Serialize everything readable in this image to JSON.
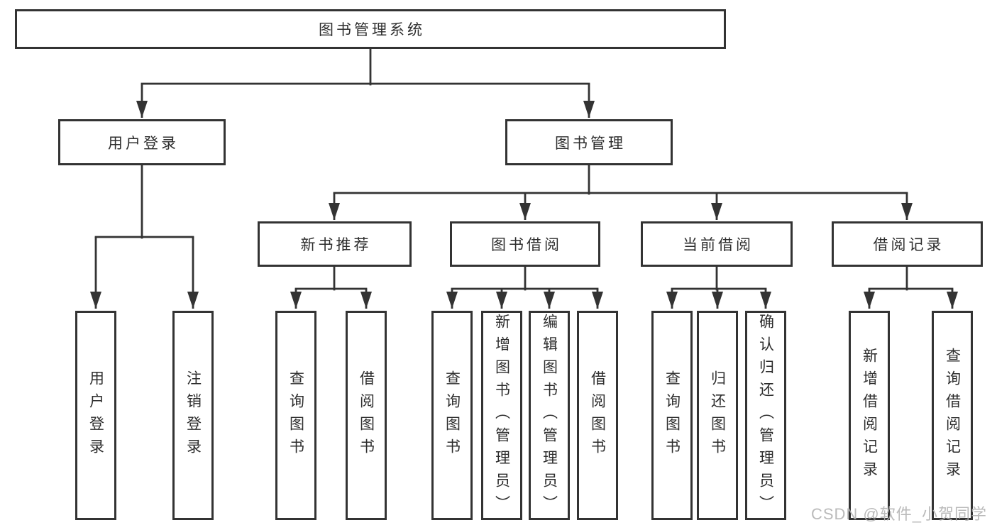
{
  "diagram": {
    "root": "图书管理系统",
    "user_login": {
      "label": "用户登录",
      "leaves": [
        "用户登录",
        "注销登录"
      ]
    },
    "book_management": {
      "label": "图书管理",
      "sections": [
        {
          "label": "新书推荐",
          "leaves": [
            "查询图书",
            "借阅图书"
          ]
        },
        {
          "label": "图书借阅",
          "leaves": [
            "查询图书",
            "新增图书（管理员）",
            "编辑图书（管理员）",
            "借阅图书"
          ]
        },
        {
          "label": "当前借阅",
          "leaves": [
            "查询图书",
            "归还图书",
            "确认归还（管理员）"
          ]
        },
        {
          "label": "借阅记录",
          "leaves": [
            "新增借阅记录",
            "查询借阅记录"
          ]
        }
      ]
    }
  },
  "watermark": "CSDN @软件_小贺同学",
  "colors": {
    "line": "#333333",
    "text": "#2d2d2d",
    "background": "#ffffff",
    "watermark": "#b0b0b0"
  }
}
